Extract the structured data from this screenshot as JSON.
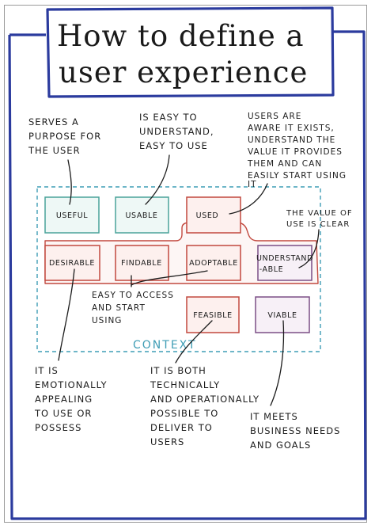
{
  "title": {
    "line1": "How to define a",
    "line2": "user experience"
  },
  "boxes": {
    "useful": "USEFUL",
    "usable": "USABLE",
    "used": "USED",
    "desirable": "DESIRABLE",
    "findable": "FINDABLE",
    "adoptable": "ADOPTABLE",
    "understandable": [
      "UNDERSTAND",
      "-ABLE"
    ],
    "feasible": "FEASIBLE",
    "viable": "VIABLE"
  },
  "context_label": "CONTEXT",
  "annotations": {
    "useful": [
      "SERVES A",
      "PURPOSE FOR",
      "THE USER"
    ],
    "usable": [
      "IS EASY TO",
      "UNDERSTAND,",
      "EASY TO USE"
    ],
    "used": [
      "USERS ARE",
      "AWARE IT EXISTS,",
      "UNDERSTAND THE",
      "VALUE IT PROVIDES",
      "THEM AND CAN",
      "EASILY START USING",
      "IT"
    ],
    "understandable": [
      "THE VALUE OF",
      "USE IS CLEAR"
    ],
    "findable_adoptable": [
      "EASY TO ACCESS",
      "AND START",
      "USING"
    ],
    "desirable": [
      "IT IS",
      "EMOTIONALLY",
      "APPEALING",
      "TO USE OR",
      "POSSESS"
    ],
    "feasible": [
      "IT IS BOTH",
      "TECHNICALLY",
      "AND OPERATIONALLY",
      "POSSIBLE TO",
      "DELIVER TO",
      "USERS"
    ],
    "viable": [
      "IT MEETS",
      "BUSINESS NEEDS",
      "AND GOALS"
    ]
  },
  "colors": {
    "frame": "#2b3b9e",
    "teal": "#4aa39a",
    "red": "#c2493f",
    "purple": "#7b4f86",
    "context": "#3f9db5",
    "ink": "#1c1c1c"
  }
}
